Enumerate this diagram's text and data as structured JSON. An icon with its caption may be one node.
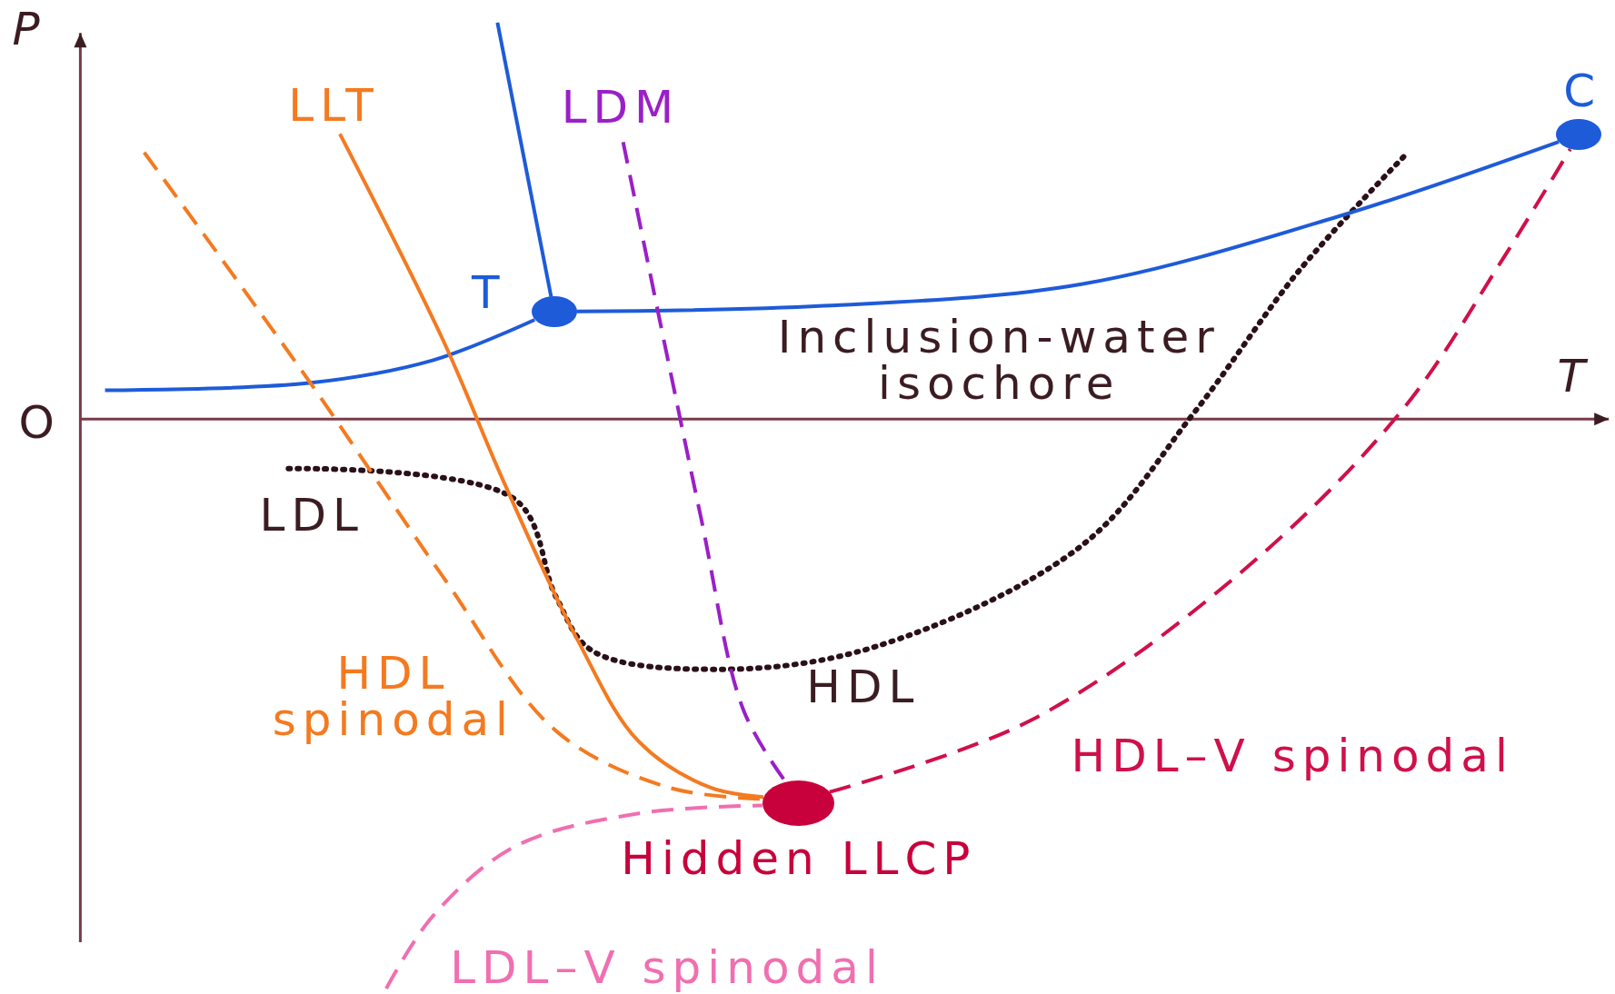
{
  "diagram": {
    "nodes": [
      {
        "text": [],
        "shape": "circle",
        "beside": [
          "T"
        ]
      },
      {
        "text": [],
        "shape": "circle",
        "beside": [
          "C"
        ]
      },
      {
        "text": [],
        "shape": "circle",
        "beside": [
          "Hidden LLCP"
        ]
      }
    ],
    "edges": [
      {
        "from": 0,
        "to": 1,
        "arrow": "none",
        "color": "#1e5bd8"
      },
      {
        "from": null,
        "to": 0,
        "arrow": "none",
        "color": "#1e5bd8"
      },
      {
        "from": null,
        "to": 0,
        "arrow": "none",
        "color": "#1e5bd8"
      },
      {
        "from": null,
        "to": 2,
        "arrow": "none",
        "label": "LLT",
        "color": "#f47a20"
      },
      {
        "from": null,
        "to": 2,
        "arrow": "none",
        "label": "HDL spinodal",
        "style": "dashed",
        "color": "#f47a20"
      },
      {
        "from": null,
        "to": 2,
        "arrow": "none",
        "label": "LDM",
        "style": "dashed",
        "color": "#9b1fc8"
      },
      {
        "from": null,
        "to": 2,
        "arrow": "none",
        "label": "LDL–V spinodal",
        "style": "dashed",
        "color": "#f06fb0"
      },
      {
        "from": 2,
        "to": 1,
        "arrow": "none",
        "label": "HDL–V spinodal",
        "style": "dashed",
        "color": "#d0104a"
      }
    ],
    "labels": [
      "P",
      "O",
      "T",
      "Inclusion-water isochore",
      "LDL",
      "HDL"
    ]
  }
}
